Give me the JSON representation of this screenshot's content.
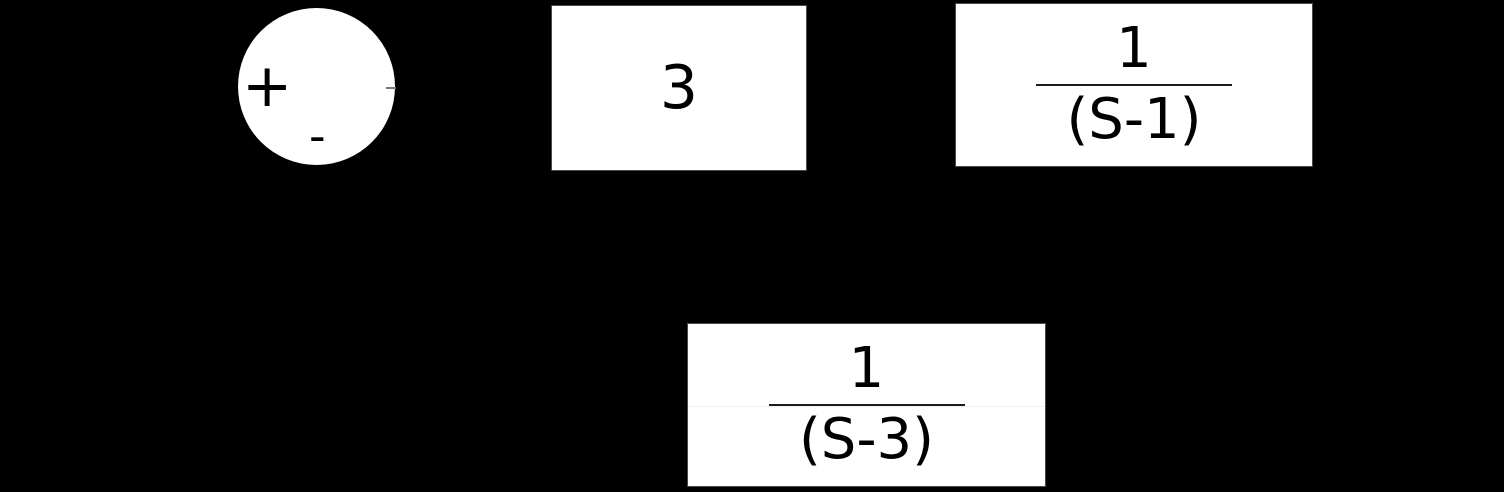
{
  "diagram": {
    "type": "control-system-block-diagram",
    "colors": {
      "background": "#000000",
      "node_fill": "#ffffff",
      "text": "#000000",
      "fraction_bar": "#1c1c1c",
      "connector_tick": "#777777"
    },
    "summing_junction": {
      "plus_label": "+",
      "minus_label": "-"
    },
    "blocks": [
      {
        "name": "gain-block",
        "label": "3"
      },
      {
        "name": "forward-transfer-block",
        "numerator": "1",
        "denominator": "(S-1)"
      },
      {
        "name": "feedback-transfer-block",
        "numerator": "1",
        "denominator": "(S-3)"
      }
    ]
  }
}
